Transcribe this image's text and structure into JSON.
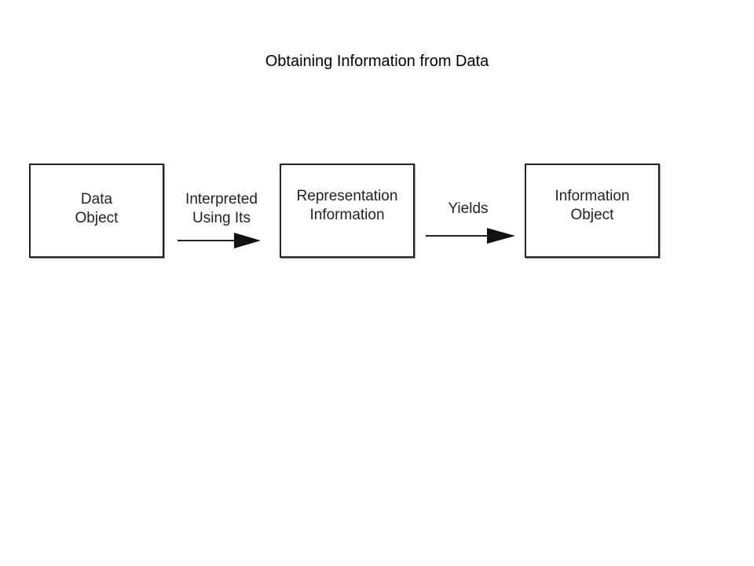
{
  "title": "Obtaining Information from Data",
  "nodes": [
    {
      "lines": [
        "Data",
        "Object"
      ]
    },
    {
      "lines": [
        "Representation",
        "Information"
      ]
    },
    {
      "lines": [
        "Information",
        "Object"
      ]
    }
  ],
  "edges": [
    {
      "from": 0,
      "to": 1,
      "lines": [
        "Interpreted",
        "Using Its"
      ]
    },
    {
      "from": 1,
      "to": 2,
      "lines": [
        "Yields"
      ]
    }
  ],
  "colors": {
    "background": "#ffffff",
    "stroke": "#222222",
    "text": "#222222"
  }
}
